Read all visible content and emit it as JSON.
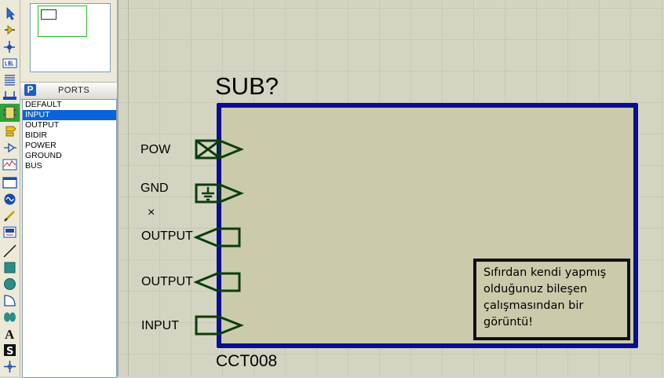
{
  "toolbar": {
    "tools": [
      "selection-mode",
      "component-mode",
      "junction-dot",
      "wire-label",
      "text-script",
      "buses",
      "subcircuit",
      "terminals",
      "device-pins",
      "graph",
      "tape-recorder",
      "generator",
      "voltage-probe",
      "current-probe",
      "virtual-instruments",
      "line-2d",
      "box-2d",
      "circle-2d",
      "arc-2d",
      "closed-path-2d",
      "text-2d",
      "symbol-2d",
      "marker-2d"
    ]
  },
  "overview": {},
  "ports": {
    "icon_letter": "P",
    "title": "PORTS",
    "items": [
      "DEFAULT",
      "INPUT",
      "OUTPUT",
      "BIDIR",
      "POWER",
      "GROUND",
      "BUS"
    ],
    "selected": "INPUT"
  },
  "component": {
    "title": "SUB?",
    "reference": "CCT008",
    "border_color": "#0a0f8c",
    "fill_color": "#cbcbab",
    "ports": [
      {
        "label": "POW",
        "type": "power"
      },
      {
        "label": "GND",
        "type": "ground"
      },
      {
        "label": "OUTPUT",
        "type": "output"
      },
      {
        "label": "OUTPUT",
        "type": "output"
      },
      {
        "label": "INPUT",
        "type": "input"
      }
    ],
    "cross": "×",
    "note": "Sıfırdan kendi yapmış olduğunuz bileşen çalışmasından bir görüntü!"
  },
  "colors": {
    "port_green": "#0b3d0b",
    "selection_green": "#2fa33a",
    "list_highlight": "#0a64d8"
  }
}
